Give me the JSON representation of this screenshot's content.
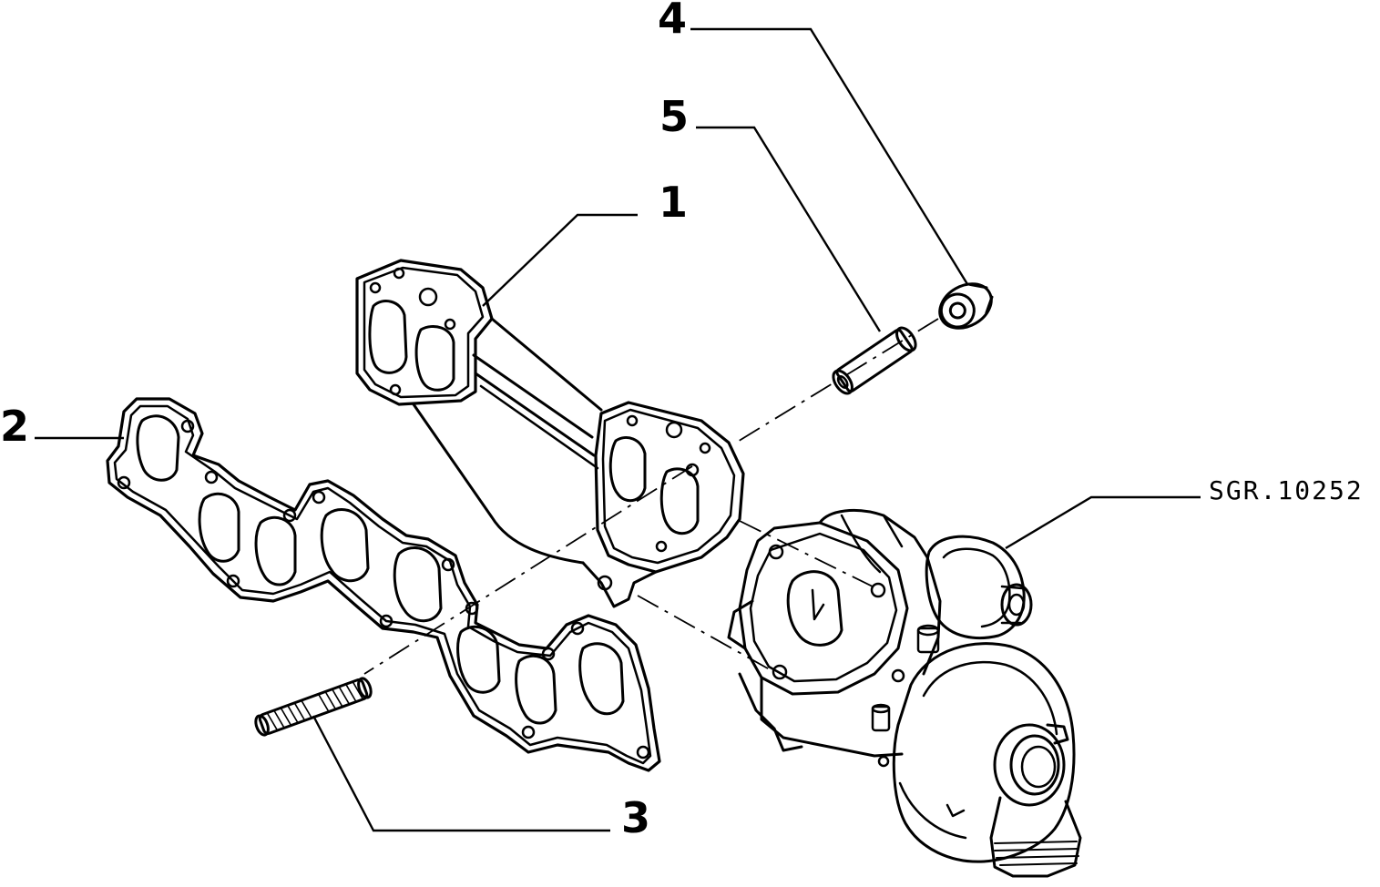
{
  "callouts": {
    "part_1": "1",
    "part_2": "2",
    "part_3": "3",
    "part_4": "4",
    "part_5": "5"
  },
  "reference_code": "SGR.10252",
  "colors": {
    "ink": "#000000",
    "background": "#ffffff"
  }
}
